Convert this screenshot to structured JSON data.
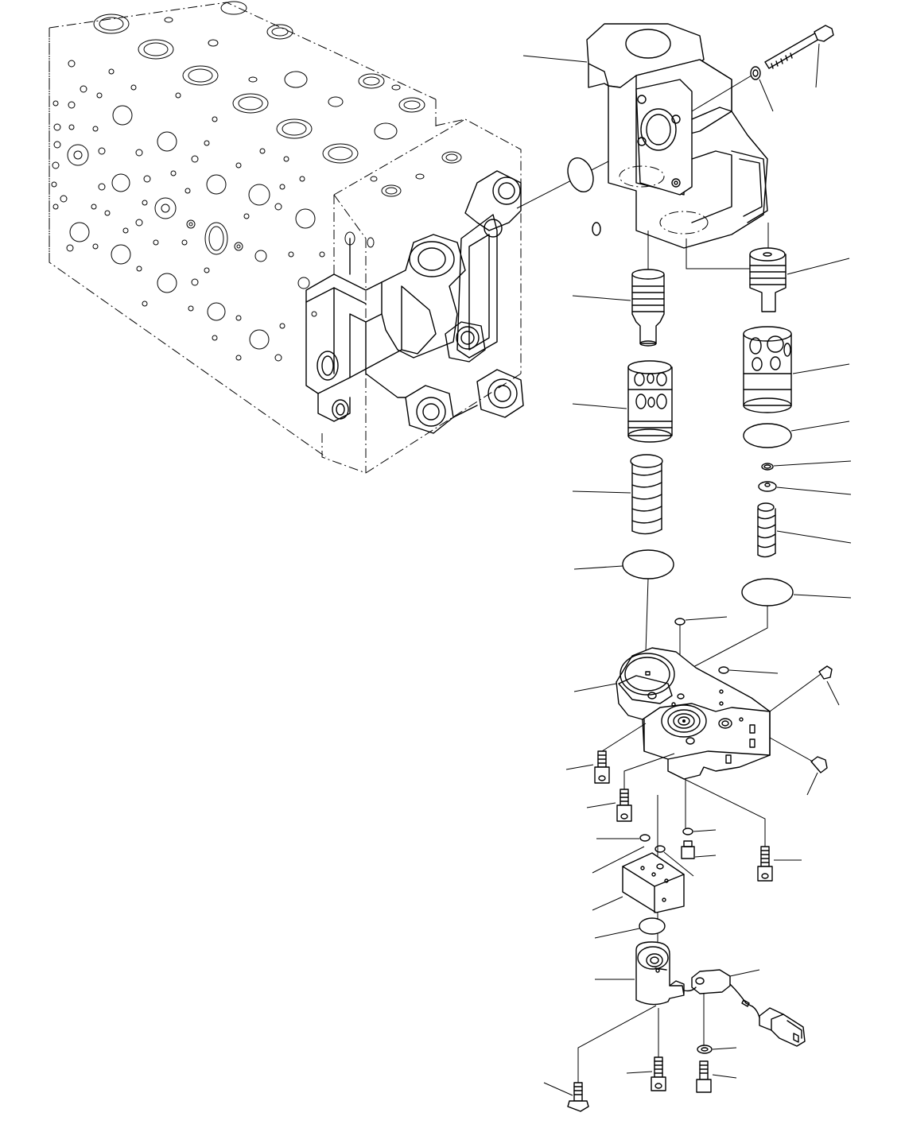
{
  "diagram": {
    "type": "exploded-parts-view",
    "parts": [
      {
        "id": "valve-housing",
        "icon": "valve-housing-icon"
      },
      {
        "id": "long-bolt",
        "icon": "bolt-icon"
      },
      {
        "id": "washer-top",
        "icon": "washer-icon"
      },
      {
        "id": "o-ring-large",
        "icon": "o-ring-icon"
      },
      {
        "id": "spool-left",
        "icon": "spool-icon"
      },
      {
        "id": "spool-right",
        "icon": "spool-icon"
      },
      {
        "id": "sleeve-left",
        "icon": "sleeve-icon"
      },
      {
        "id": "sleeve-right",
        "icon": "sleeve-icon"
      },
      {
        "id": "spring-left",
        "icon": "spring-icon"
      },
      {
        "id": "spring-right",
        "icon": "spring-icon"
      },
      {
        "id": "seal-left",
        "icon": "seal-icon"
      },
      {
        "id": "seal-right",
        "icon": "seal-icon"
      },
      {
        "id": "small-o-ring",
        "icon": "o-ring-icon"
      },
      {
        "id": "retainer",
        "icon": "retainer-icon"
      },
      {
        "id": "cover-block",
        "icon": "cover-icon"
      },
      {
        "id": "plug-right-upper",
        "icon": "plug-icon"
      },
      {
        "id": "plug-right-lower",
        "icon": "plug-icon"
      },
      {
        "id": "socket-bolt",
        "icon": "bolt-icon"
      },
      {
        "id": "adapter-block",
        "icon": "block-icon"
      },
      {
        "id": "solenoid-valve",
        "icon": "solenoid-icon"
      },
      {
        "id": "connector",
        "icon": "connector-icon"
      },
      {
        "id": "mounting-bolt",
        "icon": "bolt-icon"
      }
    ]
  }
}
